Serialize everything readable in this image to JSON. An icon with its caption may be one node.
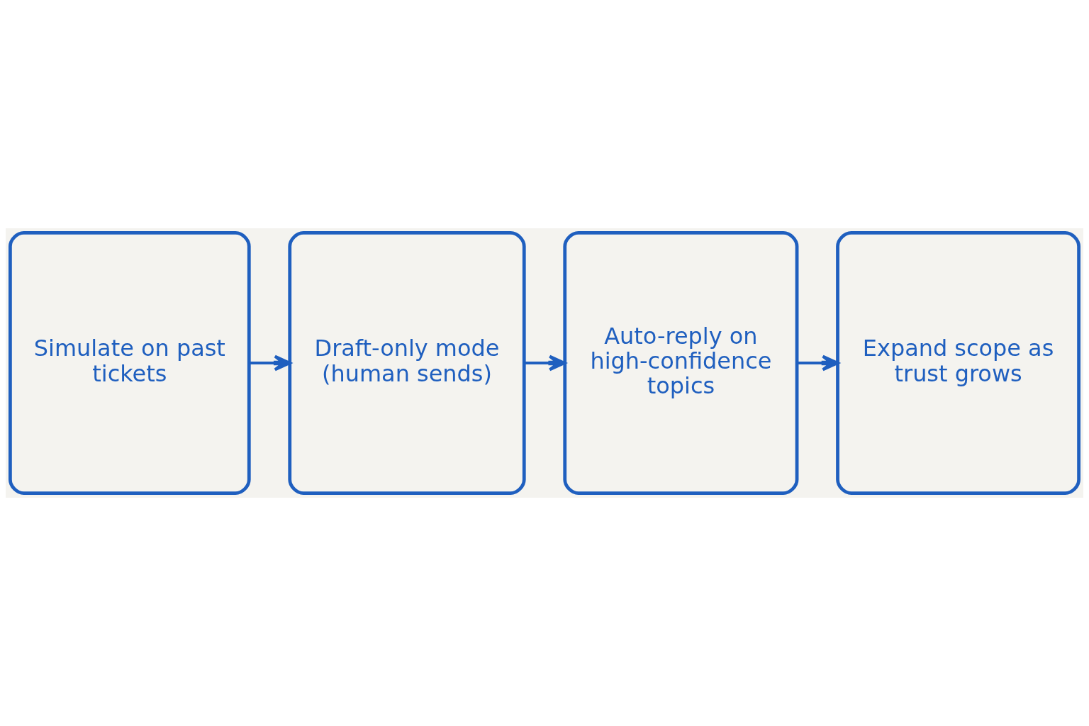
{
  "diagram": {
    "nodes": [
      {
        "text": [
          "Simulate on past tickets"
        ]
      },
      {
        "text": [
          "Draft-only mode (human sends)"
        ]
      },
      {
        "text": [
          "Auto-reply on high-confidence topics"
        ]
      },
      {
        "text": [
          "Expand scope as trust grows"
        ]
      }
    ],
    "edges": [
      {
        "from": 0,
        "to": 1,
        "arrow": "to"
      },
      {
        "from": 1,
        "to": 2,
        "arrow": "to"
      },
      {
        "from": 2,
        "to": 3,
        "arrow": "to"
      }
    ]
  }
}
